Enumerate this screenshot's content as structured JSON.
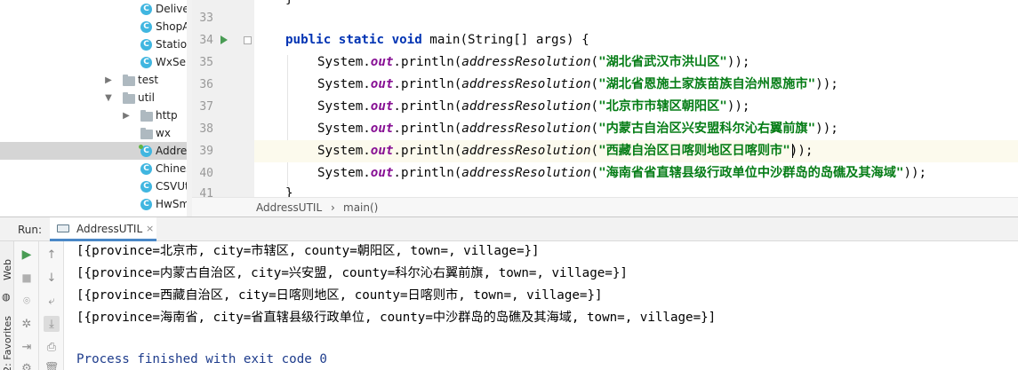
{
  "project_tree": {
    "items": [
      {
        "label": "Deliver",
        "kind": "class"
      },
      {
        "label": "ShopAp",
        "kind": "class"
      },
      {
        "label": "Station",
        "kind": "class"
      },
      {
        "label": "WxServ",
        "kind": "class"
      },
      {
        "label": "test",
        "kind": "folder"
      },
      {
        "label": "util",
        "kind": "folder"
      },
      {
        "label": "http",
        "kind": "folder"
      },
      {
        "label": "wx",
        "kind": "folder"
      },
      {
        "label": "Addres",
        "kind": "class"
      },
      {
        "label": "Chinese",
        "kind": "class"
      },
      {
        "label": "CSVUtil",
        "kind": "class"
      },
      {
        "label": "HwSms",
        "kind": "class"
      }
    ],
    "class_icon_letter": "C"
  },
  "editor": {
    "line_numbers": [
      "33",
      "34",
      "35",
      "36",
      "37",
      "38",
      "39",
      "40",
      "41"
    ],
    "top_partial": "}",
    "bottom_partial": "}",
    "method": {
      "kw_public": "public",
      "kw_static": "static",
      "kw_void": "void",
      "signature": " main(String[] args) {"
    },
    "print_prefix": "System.",
    "out_field": "out",
    "println": ".println(",
    "call_name": "addressResolution",
    "open_paren": "(",
    "close": "));",
    "statements": [
      "\"湖北省武汉市洪山区\"",
      "\"湖北省恩施土家族苗族自治州恩施市\"",
      "\"北京市市辖区朝阳区\"",
      "\"内蒙古自治区兴安盟科尔沁右翼前旗\"",
      "\"西藏自治区日喀则地区日喀则市\"",
      "\"海南省省直辖县级行政单位中沙群岛的岛礁及其海域\""
    ]
  },
  "breadcrumb": {
    "class_name": "AddressUTIL",
    "separator": "›",
    "method_name": "main()"
  },
  "run_panel": {
    "title": "Run:",
    "tab_label": "AddressUTIL",
    "tab_close": "×",
    "side_labels": {
      "web": "Web",
      "favorites": "2: Favorites"
    },
    "output": [
      "[{province=北京市, city=市辖区, county=朝阳区, town=, village=}]",
      "[{province=内蒙古自治区, city=兴安盟, county=科尔沁右翼前旗, town=, village=}]",
      "[{province=西藏自治区, city=日喀则地区, county=日喀则市, town=, village=}]",
      "[{province=海南省, city=省直辖县级行政单位, county=中沙群岛的岛礁及其海域, town=, village=}]"
    ],
    "exit_message": "Process finished with exit code 0"
  },
  "colors": {
    "keyword": "#0033b3",
    "string": "#067d17",
    "field": "#871094",
    "run_green": "#499c54",
    "tab_underline": "#4a88c7"
  }
}
